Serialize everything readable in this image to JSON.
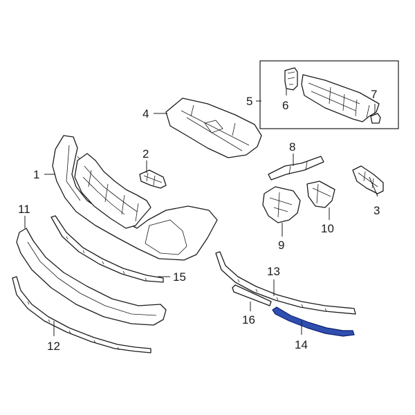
{
  "highlight_color": "#2f4fb0",
  "callouts": {
    "c1": "1",
    "c2": "2",
    "c3": "3",
    "c4": "4",
    "c5": "5",
    "c6": "6",
    "c7": "7",
    "c8": "8",
    "c9": "9",
    "c10": "10",
    "c11": "11",
    "c12": "12",
    "c13": "13",
    "c14": "14",
    "c15": "15",
    "c16": "16"
  },
  "highlighted_part": "14"
}
